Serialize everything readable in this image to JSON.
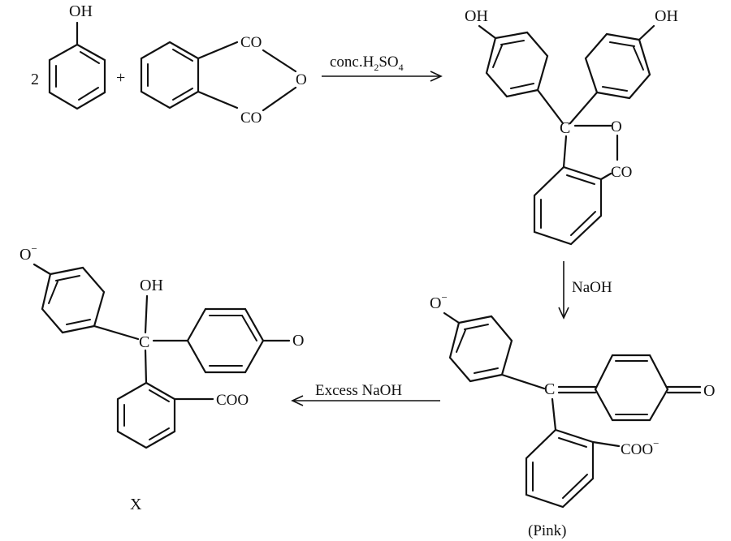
{
  "reactants": {
    "phenol_coefficient": "2",
    "phenol_oh": "OH",
    "plus": "+",
    "anhydride_co_top": "CO",
    "anhydride_o": "O",
    "anhydride_co_bottom": "CO"
  },
  "arrow_condition": {
    "prefix": "conc.H",
    "sub_2": "2",
    "middle": "SO",
    "sub_4": "4"
  },
  "phenolphthalein": {
    "oh_left": "OH",
    "oh_right": "OH",
    "c_center": "C",
    "o_ring": "O",
    "co_ring": "CO"
  },
  "naoh_arrow_label": "NaOH",
  "pink_form": {
    "o_minus_left": "O",
    "minus_left": "−",
    "c_center": "C",
    "o_quinone": "O",
    "coo": "COO",
    "minus_coo": "−",
    "caption": "(Pink)"
  },
  "excess_arrow_label": "Excess NaOH",
  "product_x": {
    "o_minus": "O",
    "minus": "−",
    "oh": "OH",
    "c_center": "C",
    "o_right": "O",
    "coo": "COO",
    "label": "X"
  }
}
